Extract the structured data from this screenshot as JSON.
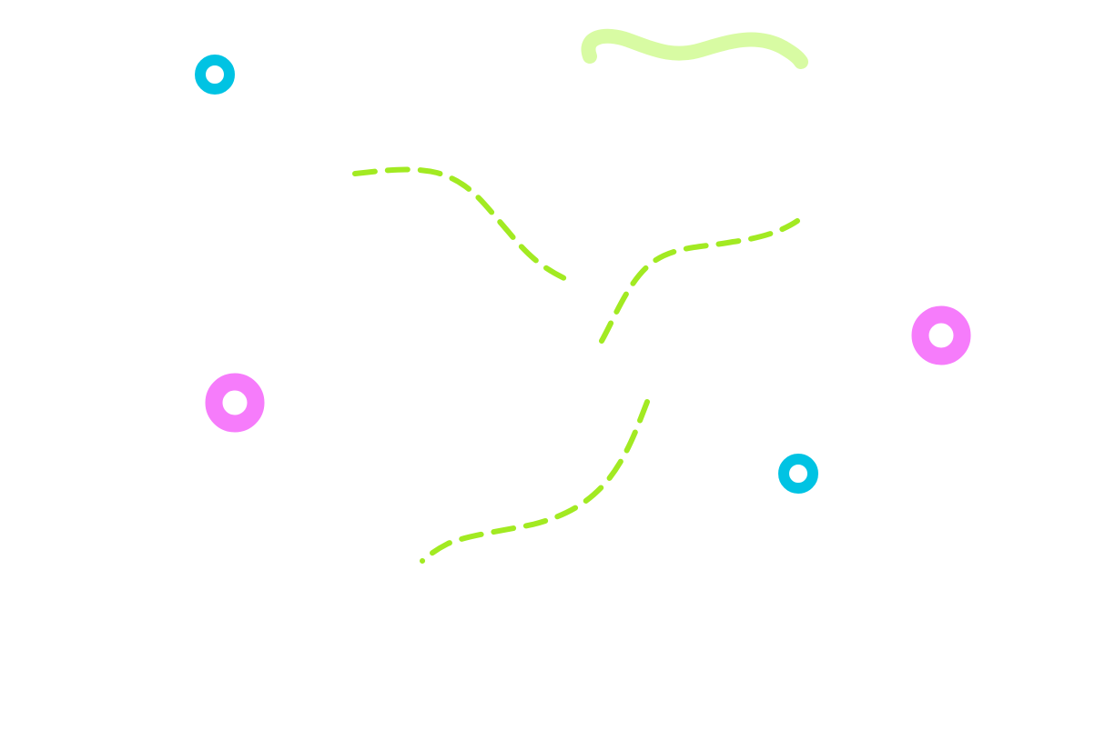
{
  "colors": {
    "background": "#ffffff",
    "ring_cyan": "#00c3e3",
    "ring_magenta": "#f67cfb",
    "dashed_stroke": "#a2ea22",
    "wavy_highlight": "#d8fba3"
  },
  "shapes": {
    "rings": [
      {
        "name": "ring-cyan-top-left",
        "color": "cyan"
      },
      {
        "name": "ring-magenta-left",
        "color": "magenta"
      },
      {
        "name": "ring-cyan-right",
        "color": "cyan"
      },
      {
        "name": "ring-magenta-right",
        "color": "magenta"
      }
    ],
    "dashed_paths": [
      {
        "name": "dashed-curve-upper-left"
      },
      {
        "name": "dashed-curve-upper-right"
      },
      {
        "name": "dashed-curve-lower"
      }
    ],
    "wavy_paths": [
      {
        "name": "wavy-line-top"
      }
    ]
  }
}
